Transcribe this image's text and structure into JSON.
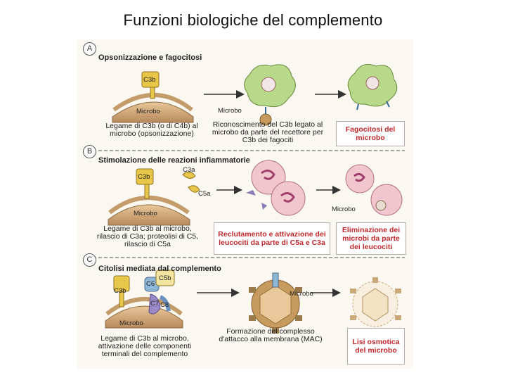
{
  "title": "Funzioni biologiche del complemento",
  "colors": {
    "microbe": "#c79a5d",
    "c3b": "#e8c64a",
    "red_text": "#c0282c",
    "cell": "#b8d88a",
    "cell_pink": "#f2c6cf"
  },
  "sections": [
    {
      "letter": "A",
      "title": "Opsonizzazione e fagocitosi",
      "c3b_label": "C3b",
      "microbe_label": "Microbo",
      "caption": "Legame di C3b (o di C4b) al microbo (opsonizzazione)",
      "microbe_pointer_label": "Microbo",
      "middle_caption": "Riconoscimento del C3b legato al microbo da parte del recettore per C3b dei fagociti",
      "result": "Fagocitosi del microbo"
    },
    {
      "letter": "B",
      "title": "Stimolazione delle reazioni infiammatorie",
      "c3b_label": "C3b",
      "c3a_label": "C3a",
      "c5a_label": "C5a",
      "microbe_label": "Microbo",
      "caption": "Legame di C3b al microbo, rilascio di C3a; proteolisi di C5, rilascio di C5a",
      "middle_result": "Reclutamento e attivazione dei leucociti da parte di C5a e C3a",
      "microbe_pointer_label": "Microbo",
      "result": "Eliminazione dei microbi da parte dei leucociti"
    },
    {
      "letter": "C",
      "title": "Citolisi mediata dal complemento",
      "c3b_label": "C3b",
      "c5b_label": "C5b",
      "c6_label": "C6",
      "c7_label": "C7",
      "c8_label": "C8",
      "microbe_label": "Microbo",
      "caption": "Legame di C3b al microbo, attivazione delle componenti terminali del complemento",
      "microbe_pointer_label": "Microbo",
      "middle_caption": "Formazione del complesso d'attacco alla membrana (MAC)",
      "result": "Lisi osmotica del microbo"
    }
  ]
}
